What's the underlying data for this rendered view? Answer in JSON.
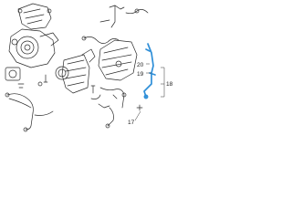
{
  "diagram": {
    "callouts": [
      "20",
      "19",
      "18",
      "17"
    ],
    "highlight_color": "#2f8fd8",
    "line_color": "#2a2a2a"
  }
}
